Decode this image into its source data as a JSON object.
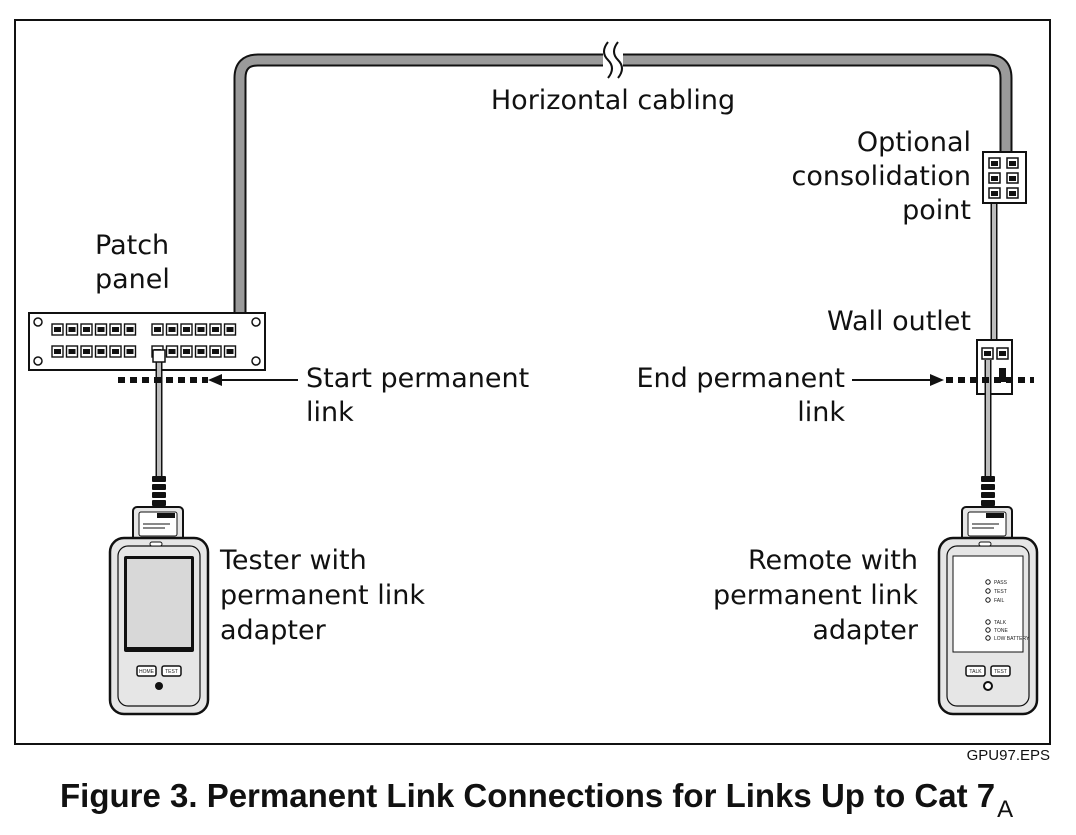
{
  "labels": {
    "horizontal_cabling": "Horizontal cabling",
    "optional_consolidation": [
      "Optional",
      "consolidation",
      "point"
    ],
    "patch_panel": [
      "Patch",
      "panel"
    ],
    "wall_outlet": "Wall outlet",
    "start_permanent_link": [
      "Start permanent",
      "link"
    ],
    "end_permanent_link": [
      "End permanent",
      "link"
    ],
    "tester": [
      "Tester with",
      "permanent link",
      "adapter"
    ],
    "remote": [
      "Remote with",
      "permanent link",
      "adapter"
    ]
  },
  "figure_code": "GPU97.EPS",
  "caption": {
    "main": "Figure 3. Permanent Link Connections for Links Up to Cat 7",
    "subscript": "A"
  },
  "remote_indicators": [
    "PASS",
    "TEST",
    "FAIL",
    "TALK",
    "TONE",
    "LOW BATTERY"
  ],
  "button_labels": {
    "talk": "TALK",
    "test": "TEST",
    "home": "HOME"
  },
  "colors": {
    "cable": "#9a9a9a",
    "outline": "#111111",
    "device_body": "#e6e6e6",
    "screen": "#d8d8d8"
  }
}
